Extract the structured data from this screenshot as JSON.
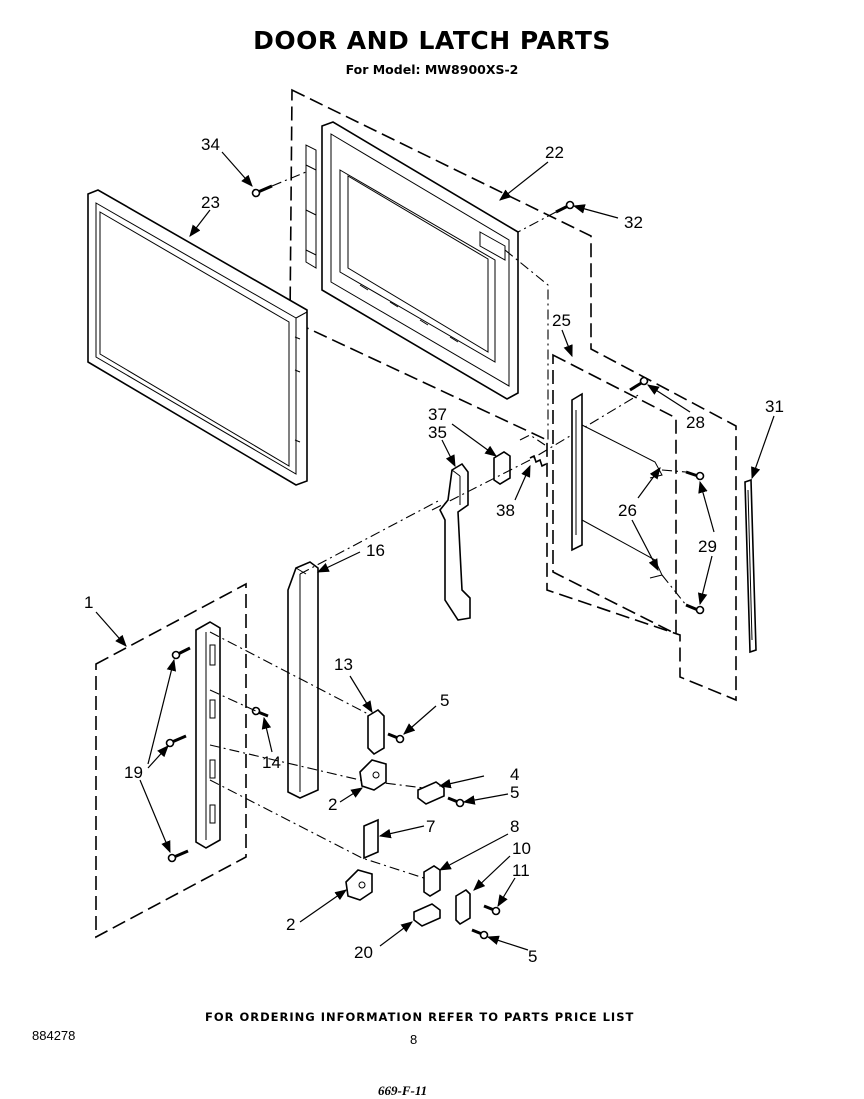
{
  "header": {
    "title": "DOOR AND LATCH PARTS",
    "subtitle": "For Model: MW8900XS-2"
  },
  "footer": {
    "ordering_info": "FOR ORDERING INFORMATION REFER TO PARTS PRICE LIST",
    "document_number": "884278",
    "page_number": "8",
    "handwritten_note": "669-F-11"
  },
  "callouts": {
    "c1": "1",
    "c2a": "2",
    "c2b": "2",
    "c4": "4",
    "c5a": "5",
    "c5b": "5",
    "c5c": "5",
    "c7": "7",
    "c8": "8",
    "c10": "10",
    "c11": "11",
    "c13": "13",
    "c14": "14",
    "c16": "16",
    "c19": "19",
    "c20": "20",
    "c22": "22",
    "c23": "23",
    "c25": "25",
    "c26": "26",
    "c28": "28",
    "c29": "29",
    "c31": "31",
    "c32": "32",
    "c34": "34",
    "c35": "35",
    "c37": "37",
    "c38": "38"
  }
}
